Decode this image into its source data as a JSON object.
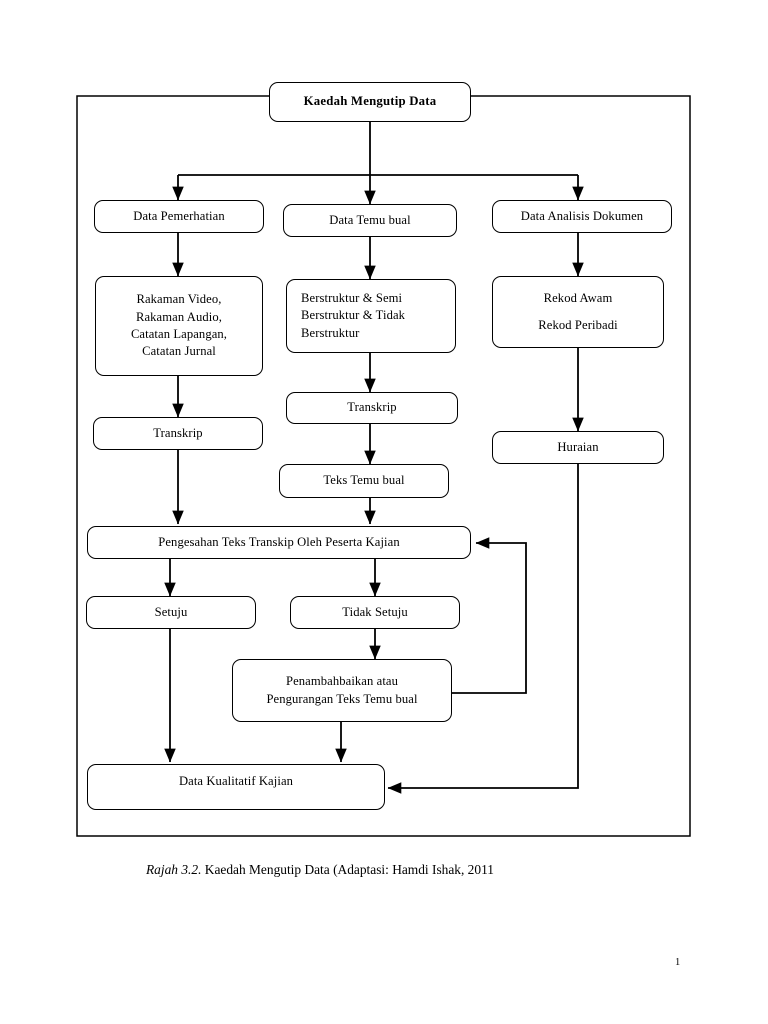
{
  "document": {
    "caption_figure_number": "Rajah 3.2.",
    "caption_text": "Kaedah Mengutip Data (Adaptasi: Hamdi Ishak, 2011",
    "page_number": "1"
  },
  "diagram": {
    "type": "flowchart",
    "title": "Kaedah Mengutip Data",
    "stroke_color": "#000000",
    "background_color": "#ffffff",
    "nodes": {
      "title": {
        "label": "Kaedah Mengutip Data"
      },
      "branch_observation": {
        "label": "Data Pemerhatian"
      },
      "branch_interview": {
        "label": "Data Temu bual"
      },
      "branch_document": {
        "label": "Data Analisis Dokumen"
      },
      "observation_items": {
        "line1": "Rakaman Video,",
        "line2": "Rakaman Audio,",
        "line3": "Catatan Lapangan,",
        "line4": "Catatan Jurnal"
      },
      "interview_types": {
        "line1": "Berstruktur & Semi",
        "line2": "Berstruktur & Tidak",
        "line3": "Berstruktur"
      },
      "document_records": {
        "line1": "Rekod Awam",
        "line2": "Rekod Peribadi"
      },
      "transcript_observation": {
        "label": "Transkrip"
      },
      "transcript_interview": {
        "label": "Transkrip"
      },
      "interview_text": {
        "label": "Teks Temu bual"
      },
      "description": {
        "label": "Huraian"
      },
      "verification": {
        "label": "Pengesahan Teks Transkip Oleh Peserta Kajian"
      },
      "agree": {
        "label": "Setuju"
      },
      "disagree": {
        "label": "Tidak Setuju"
      },
      "revision": {
        "line1": "Penambahbaikan atau",
        "line2": "Pengurangan Teks Temu bual"
      },
      "final": {
        "label": "Data Kualitatif Kajian"
      }
    }
  }
}
